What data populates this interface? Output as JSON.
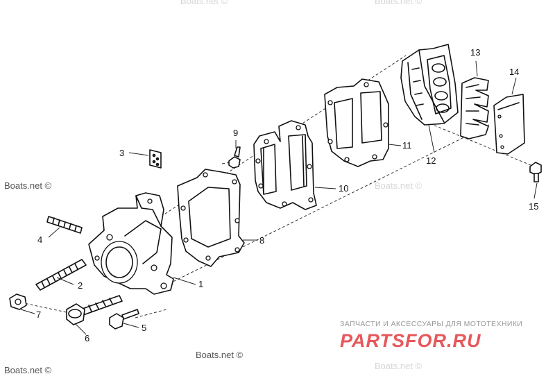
{
  "parts": [
    {
      "id": "part-1",
      "label": "1"
    },
    {
      "id": "part-2",
      "label": "2"
    },
    {
      "id": "part-3",
      "label": "3"
    },
    {
      "id": "part-4",
      "label": "4"
    },
    {
      "id": "part-5",
      "label": "5"
    },
    {
      "id": "part-6",
      "label": "6"
    },
    {
      "id": "part-7",
      "label": "7"
    },
    {
      "id": "part-8",
      "label": "8"
    },
    {
      "id": "part-9",
      "label": "9"
    },
    {
      "id": "part-10",
      "label": "10"
    },
    {
      "id": "part-11",
      "label": "11"
    },
    {
      "id": "part-12",
      "label": "12"
    },
    {
      "id": "part-13",
      "label": "13"
    },
    {
      "id": "part-14",
      "label": "14"
    },
    {
      "id": "part-15",
      "label": "15"
    }
  ],
  "watermark": {
    "site": "Boats.net ©"
  },
  "promo": {
    "tagline": "ЗАПЧАСТИ И АКСЕССУАРЫ ДЛЯ МОТОТЕХНИКИ",
    "brand": "PARTSFOR.RU"
  },
  "colors": {
    "line": "#111111",
    "watermark": "#d6d6d6",
    "brand": "#e6585c"
  }
}
